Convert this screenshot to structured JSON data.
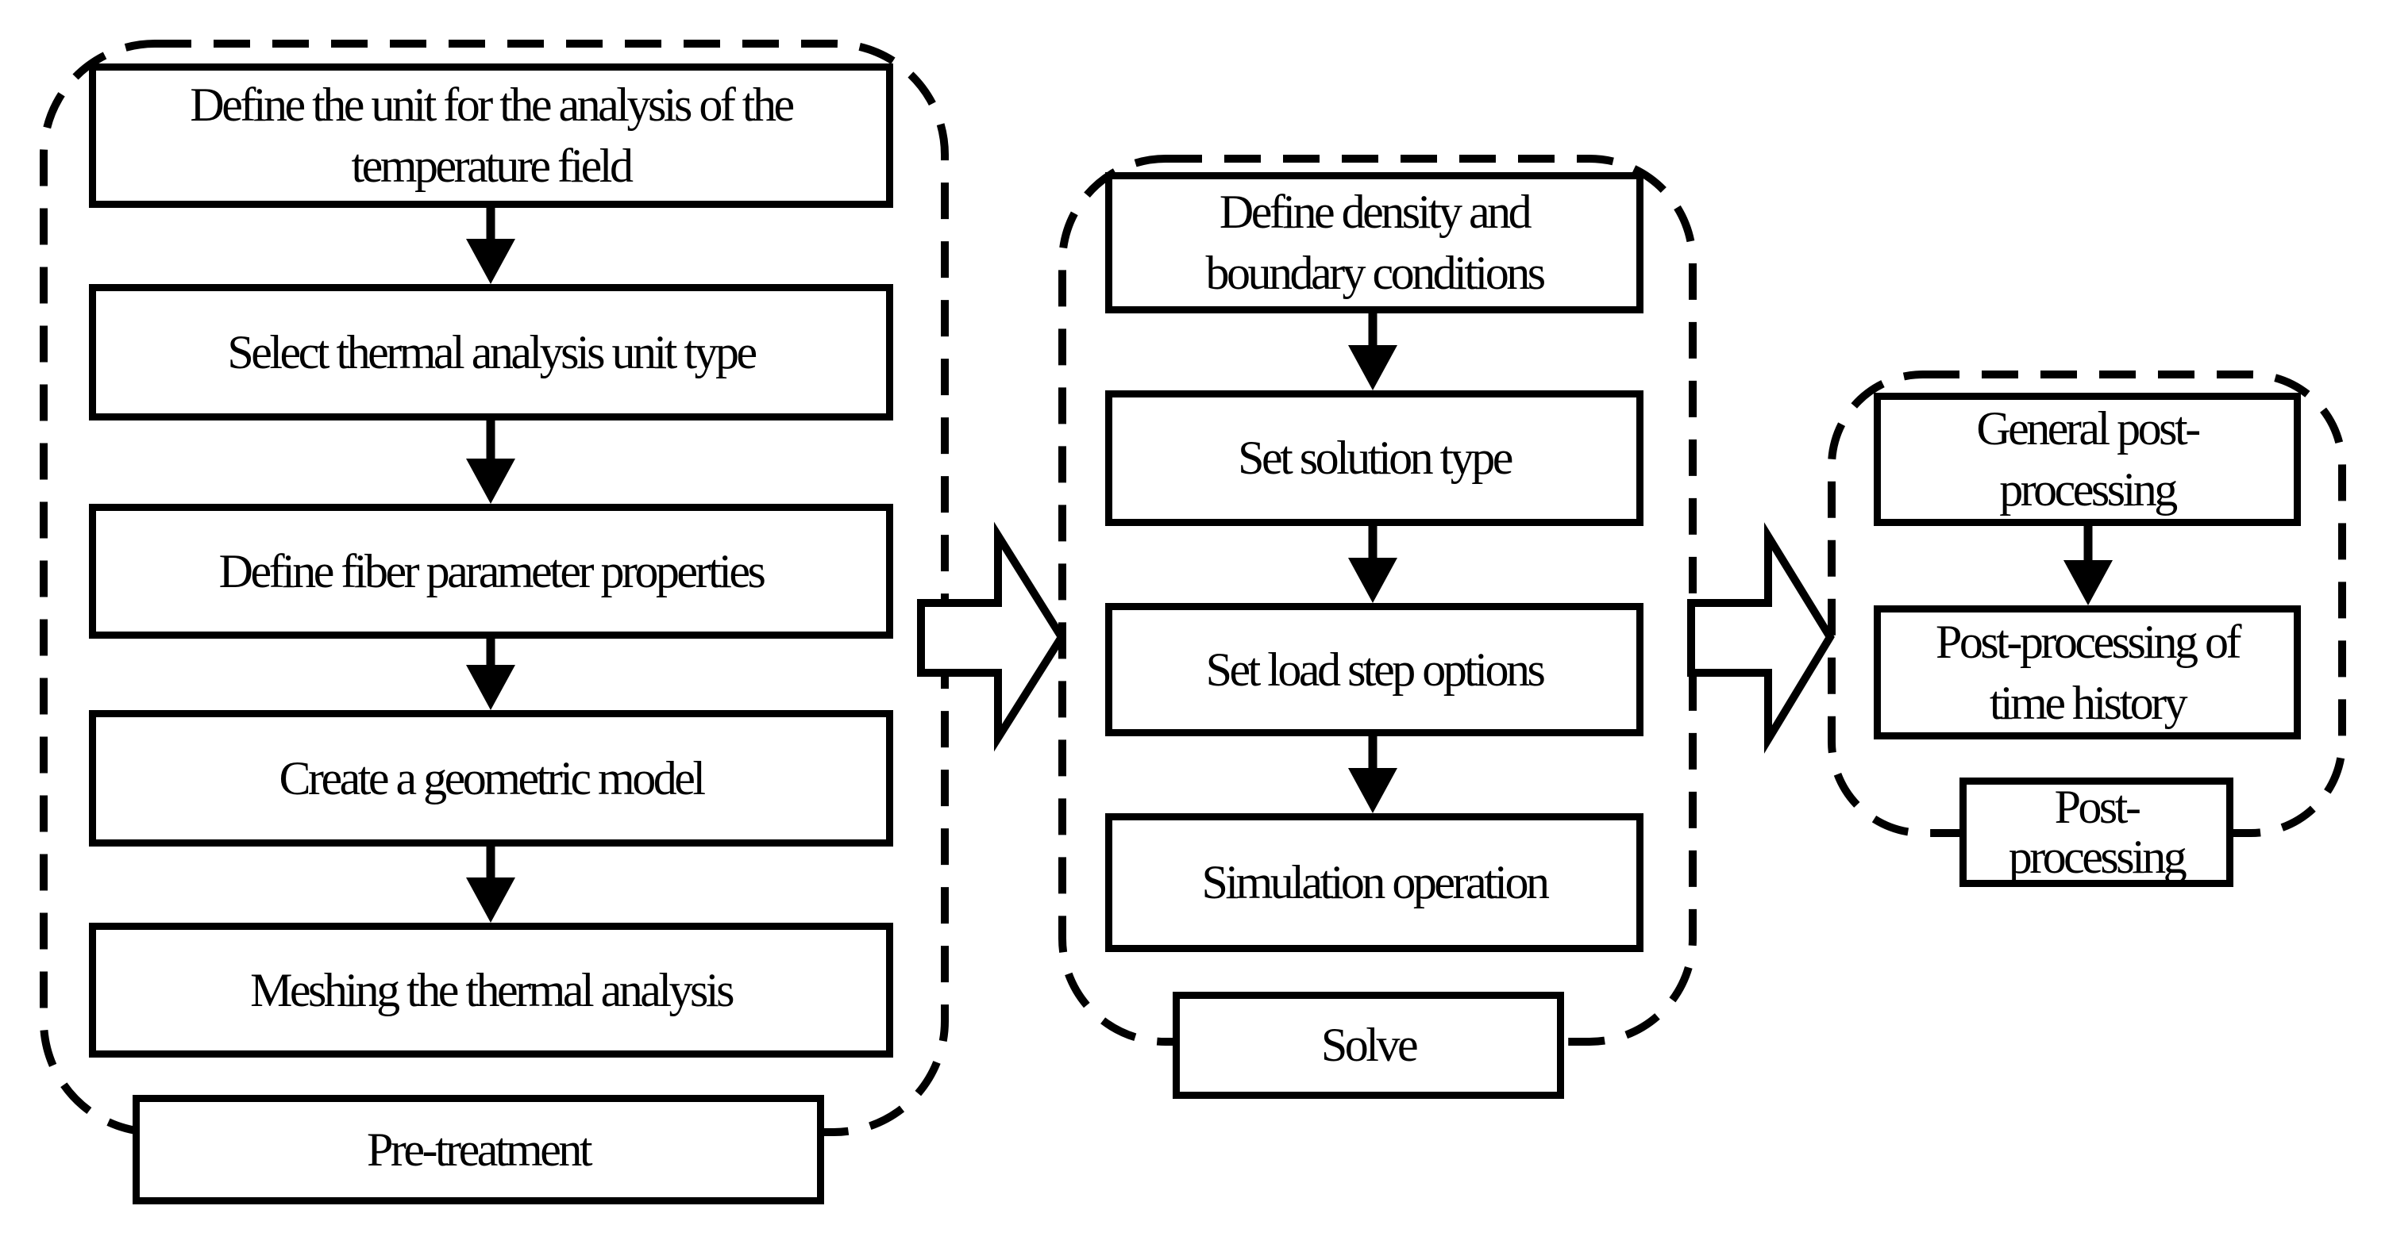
{
  "diagram": {
    "background": "#ffffff",
    "stroke_color": "#000000",
    "phases": [
      {
        "id": "pre-treatment",
        "label": "Pre-treatment",
        "steps": [
          "Define the unit for the analysis of the\ntemperature field",
          "Select thermal analysis unit type",
          "Define fiber parameter properties",
          "Create a geometric model",
          "Meshing the thermal analysis"
        ]
      },
      {
        "id": "solve",
        "label": "Solve",
        "steps": [
          "Define density and\nboundary conditions",
          "Set solution type",
          "Set load step options",
          "Simulation operation"
        ]
      },
      {
        "id": "post-processing",
        "label": "Post-\nprocessing",
        "steps": [
          "General post-\nprocessing",
          "Post-processing of\ntime history"
        ]
      }
    ],
    "icons": {
      "step_arrow": "down-arrow",
      "phase_arrow": "right-block-arrow"
    }
  }
}
